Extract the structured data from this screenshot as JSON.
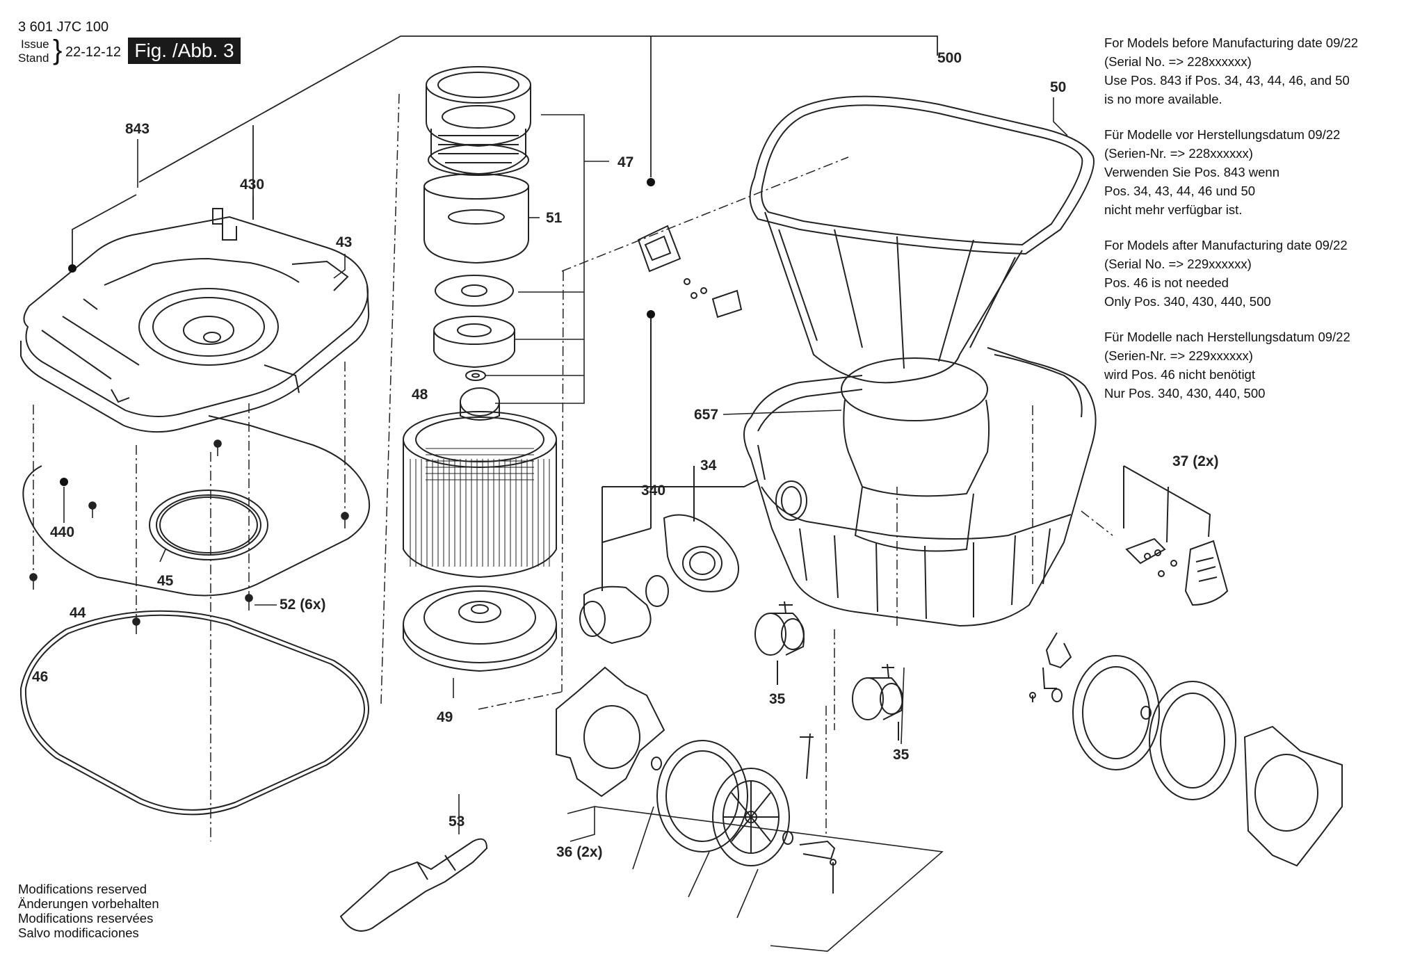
{
  "header": {
    "drawing_number": "3 601 J7C 100",
    "issue_label": "Issue",
    "stand_label": "Stand",
    "date": "22-12-12",
    "figure_label": "Fig. /Abb. 3"
  },
  "notes": [
    [
      "For Models before Manufacturing date 09/22",
      "(Serial No. => 228xxxxxx)",
      "Use Pos. 843 if Pos. 34, 43, 44, 46, and 50",
      "is no more available."
    ],
    [
      "Für Modelle vor Herstellungsdatum 09/22",
      "(Serien-Nr. => 228xxxxxx)",
      "Verwenden Sie Pos. 843 wenn",
      "Pos. 34, 43, 44, 46 und 50",
      "nicht mehr verfügbar ist."
    ],
    [
      "For Models after Manufacturing date 09/22",
      "(Serial No. => 229xxxxxx)",
      "Pos. 46 is not needed",
      "Only  Pos. 340, 430, 440, 500"
    ],
    [
      "Für Modelle nach Herstellungsdatum 09/22",
      "(Serien-Nr. => 229xxxxxx)",
      "wird Pos. 46 nicht benötigt",
      "Nur Pos. 340, 430, 440, 500"
    ]
  ],
  "footer": [
    "Modifications reserved",
    "Änderungen vorbehalten",
    "Modifications reservées",
    "Salvo modificaciones"
  ],
  "parts": {
    "p843": "843",
    "p430": "430",
    "p43": "43",
    "p440": "440",
    "p45": "45",
    "p44": "44",
    "p52": "52 (6x)",
    "p46": "46",
    "p47": "47",
    "p51": "51",
    "p48": "48",
    "p49": "49",
    "p53": "53",
    "p500": "500",
    "p50": "50",
    "p657": "657",
    "p340": "340",
    "p34": "34",
    "p37": "37 (2x)",
    "p35a": "35",
    "p35b": "35",
    "p36": "36 (2x)"
  }
}
